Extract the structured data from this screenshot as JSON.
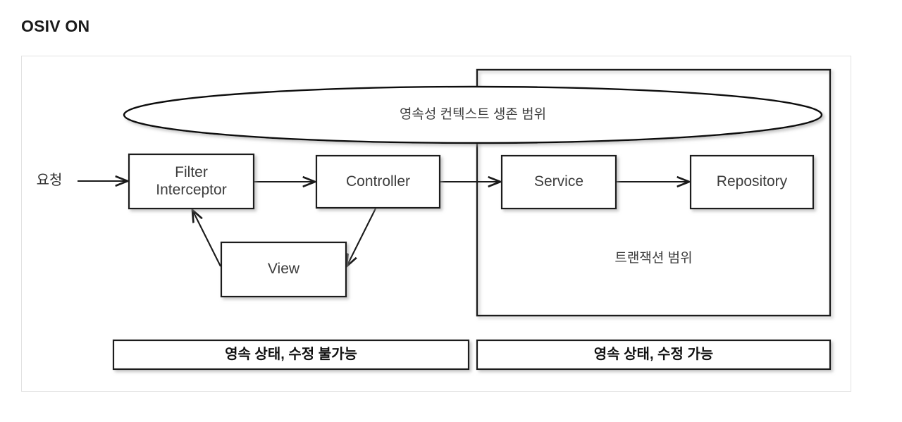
{
  "page": {
    "title": "OSIV ON"
  },
  "diagram": {
    "type": "flow-diagram",
    "scope_ellipse": {
      "label": "영속성 컨텍스트 생존 범위",
      "name": "persistence-context-scope"
    },
    "transaction_scope": {
      "label": "트랜잭션 범위",
      "name": "transaction-scope"
    },
    "entry": {
      "label": "요청"
    },
    "nodes": [
      {
        "id": "filter-interceptor",
        "label": "Filter\nInterceptor"
      },
      {
        "id": "controller",
        "label": "Controller"
      },
      {
        "id": "service",
        "label": "Service"
      },
      {
        "id": "repository",
        "label": "Repository"
      },
      {
        "id": "view",
        "label": "View"
      }
    ],
    "edges": [
      {
        "from": "요청",
        "to": "Filter Interceptor"
      },
      {
        "from": "Filter Interceptor",
        "to": "Controller"
      },
      {
        "from": "Controller",
        "to": "Service"
      },
      {
        "from": "Service",
        "to": "Repository"
      },
      {
        "from": "Controller",
        "to": "View"
      },
      {
        "from": "View",
        "to": "Filter Interceptor"
      }
    ],
    "legend_bars": [
      {
        "id": "bar-left",
        "label": "영속 상태, 수정 불가능"
      },
      {
        "id": "bar-right",
        "label": "영속 상태, 수정 가능"
      }
    ]
  },
  "colors": {
    "stroke": "#1a1a1a",
    "frame_border": "#e2e2e2",
    "text": "#3c3c3c",
    "background": "#ffffff"
  }
}
